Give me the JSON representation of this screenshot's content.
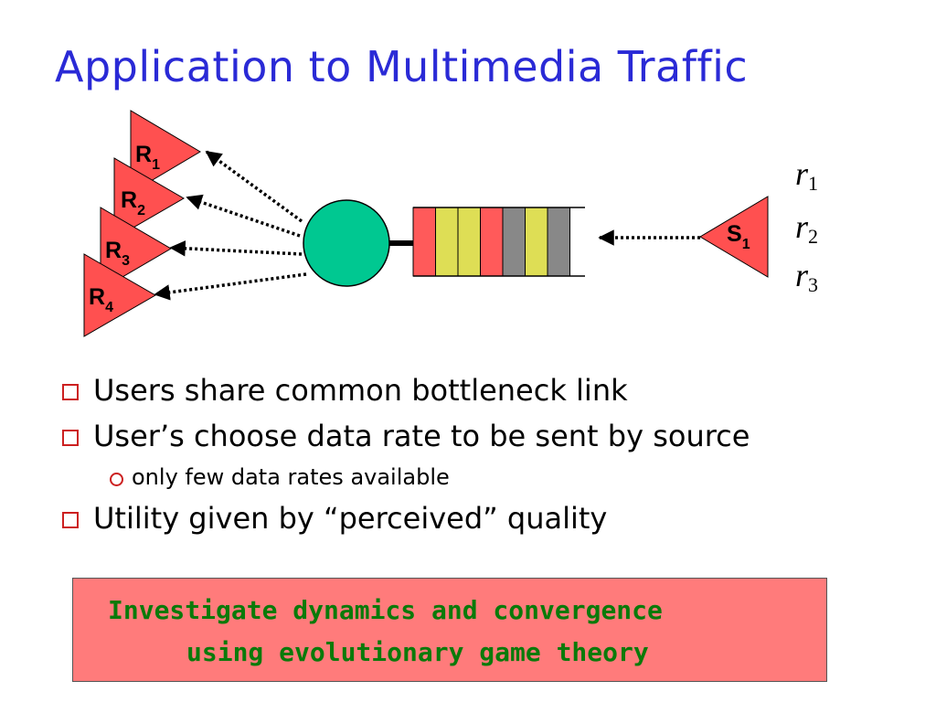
{
  "title": "Application to Multimedia Traffic",
  "diagram": {
    "receivers": [
      {
        "letter": "R",
        "sub": "1"
      },
      {
        "letter": "R",
        "sub": "2"
      },
      {
        "letter": "R",
        "sub": "3"
      },
      {
        "letter": "R",
        "sub": "4"
      }
    ],
    "source": {
      "letter": "S",
      "sub": "1"
    },
    "rates": [
      {
        "letter": "r",
        "sub": "1"
      },
      {
        "letter": "r",
        "sub": "2"
      },
      {
        "letter": "r",
        "sub": "3"
      }
    ],
    "queue_colors": [
      "#ff5a5a",
      "#dede55",
      "#dede55",
      "#ff5a5a",
      "#888888",
      "#dede55",
      "#888888"
    ],
    "router_color": "#00c891",
    "receiver_color": "#ff5050"
  },
  "bullets": [
    {
      "text": "Users share common bottleneck link"
    },
    {
      "text": "User’s choose data rate to be sent by source",
      "sub": [
        "only few data rates available"
      ]
    },
    {
      "text": "Utility given by “perceived” quality"
    }
  ],
  "callout": {
    "line1": "Investigate dynamics and convergence",
    "line2": "using evolutionary game theory"
  }
}
